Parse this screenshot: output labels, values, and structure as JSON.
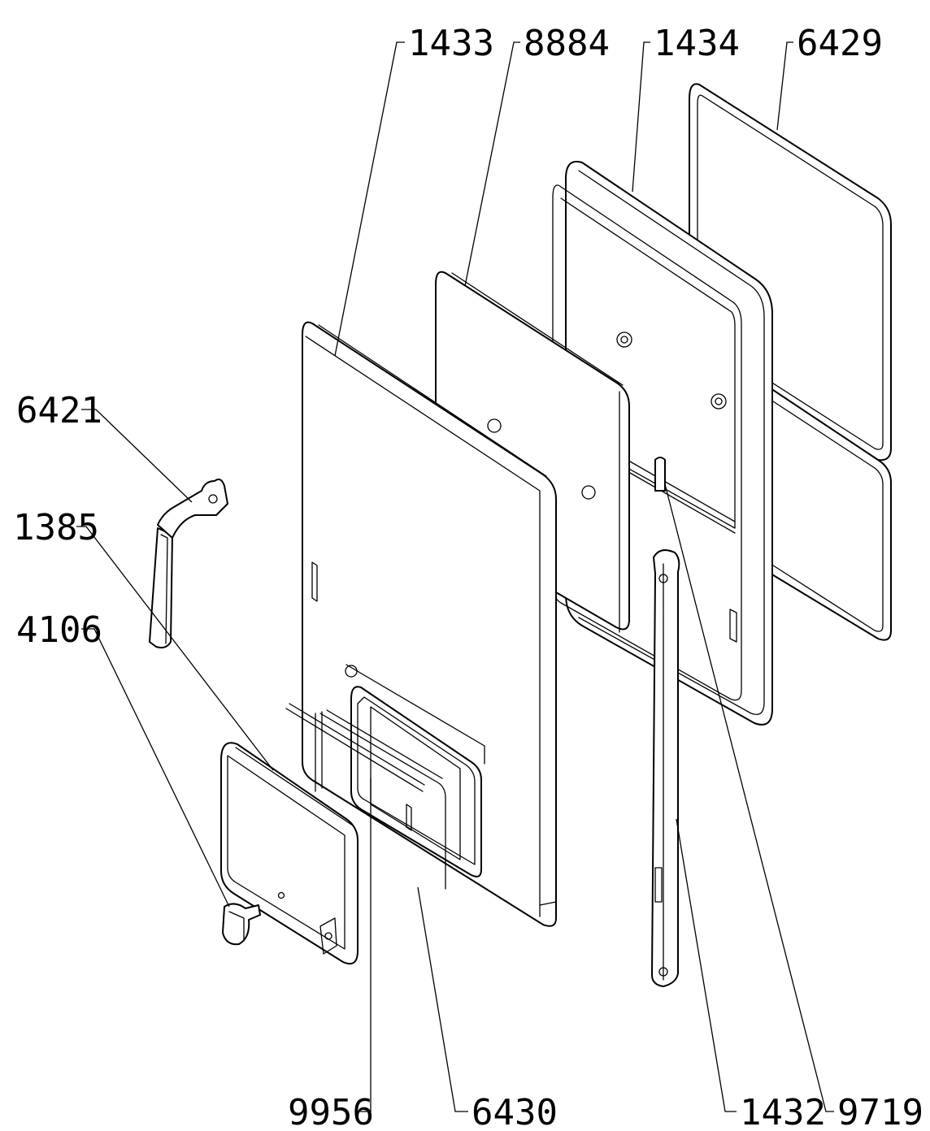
{
  "labels": {
    "1433": "1433",
    "8884": "8884",
    "1434": "1434",
    "6429": "6429",
    "6421": "6421",
    "1385": "1385",
    "4106": "4106",
    "9956": "9956",
    "6430": "6430",
    "1432": "1432",
    "9719": "9719"
  }
}
